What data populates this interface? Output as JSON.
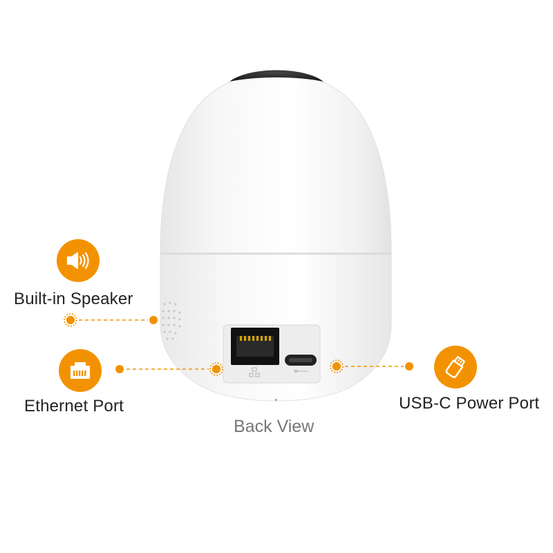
{
  "labels": {
    "speaker": "Built-in Speaker",
    "ethernet": "Ethernet Port",
    "usb": "USB-C Power Port",
    "caption": "Back View"
  },
  "icons": {
    "speaker": "speaker-icon",
    "ethernet": "ethernet-port-icon",
    "usb": "usb-plug-icon"
  },
  "colors": {
    "accent": "#F39200",
    "device_body": "#F4F4F4",
    "text": "#222222",
    "caption": "#777777"
  }
}
